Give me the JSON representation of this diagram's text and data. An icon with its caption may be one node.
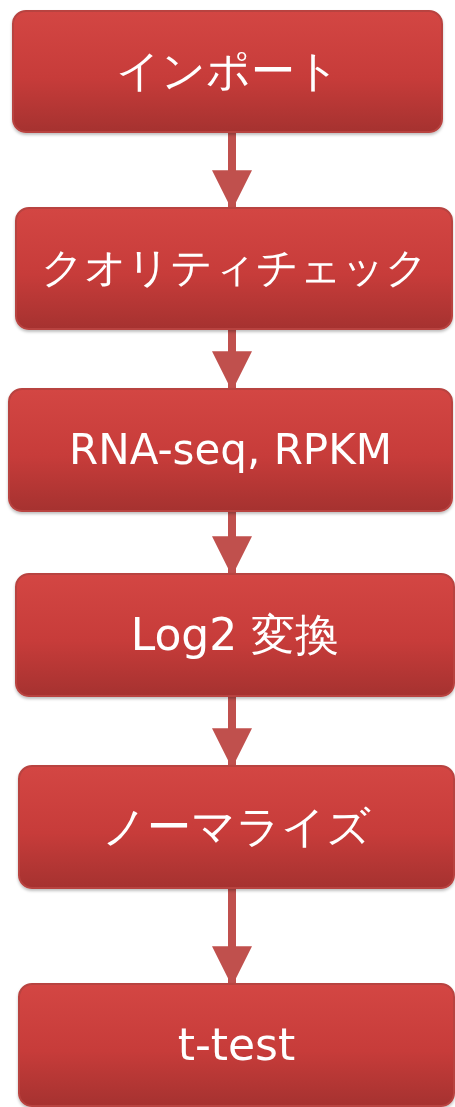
{
  "diagram": {
    "nodes": [
      {
        "text": [
          "インポート"
        ]
      },
      {
        "text": [
          "クオリティチェック"
        ]
      },
      {
        "text": [
          "RNA-seq, RPKM"
        ]
      },
      {
        "text": [
          "Log2 変換"
        ]
      },
      {
        "text": [
          "ノーマライズ"
        ]
      },
      {
        "text": [
          "t-test"
        ]
      }
    ],
    "edges": [
      {
        "from": 0,
        "to": 1,
        "arrow": "to"
      },
      {
        "from": 1,
        "to": 2,
        "arrow": "to"
      },
      {
        "from": 2,
        "to": 3,
        "arrow": "to"
      },
      {
        "from": 3,
        "to": 4,
        "arrow": "to"
      },
      {
        "from": 4,
        "to": 5,
        "arrow": "to"
      }
    ]
  }
}
